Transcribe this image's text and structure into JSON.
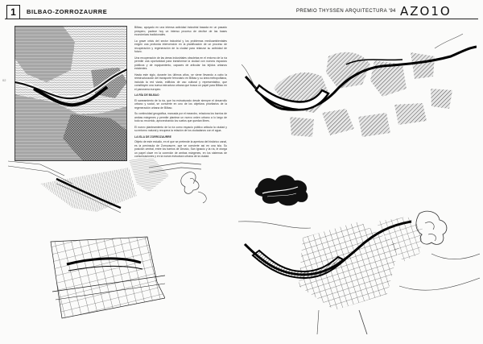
{
  "header": {
    "panel_number": "1",
    "title": "BILBAO-ZORROZAURRE",
    "competition": "PREMIO THYSSEN ARQUITECTURA '94",
    "logo": "AZO1O"
  },
  "margin_mark": "02",
  "text_column": {
    "paragraphs": [
      "Bilbao, apoyado en una intensa actividad industrial basada en un pasado próspero, padece hoy un intenso proceso de declive de las bases económicas tradicionales.",
      "La grave crisis del sector industrial y los problemas medioambientales exigen una profunda intervención en la planificación de un proceso de recuperación y regeneración de la ciudad para relanzar su actividad de futuro.",
      "Una recuperación de las áreas industriales obsoletas en el entorno de la ría permite una oportunidad para transformar la ciudad con nuevos espacios públicos y de equipamiento, capaces de articular los tejidos urbanos existentes.",
      "Hasta este siglo, durante los últimos años, se viene llevando a cabo la reestructuración del transporte ferroviario en Bilbao y su área metropolitana, incluida la red viaria, edificios de uso cultural y representativo, que constituyen una nueva estructura urbana que busca un papel para Bilbao en el panorama europeo."
    ],
    "heading_1": "LA RÍA DE BILBAO",
    "paragraphs_2": [
      "El saneamiento de la ría, que ha estructurado desde siempre el desarrollo urbano y social, se convierte en uno de los objetivos prioritarios de la regeneración urbana de Bilbao.",
      "Su continuidad geográfica, marcada por el meandro, relaciona los barrios de ambas márgenes y permite plantear un nuevo orden urbano a lo largo de todo su recorrido, aprovechando los suelos que quedan libres.",
      "El nuevo planteamiento de la ría como espacio público articula la ciudad y su entorno natural y recupera la relación de los ciudadanos con el agua."
    ],
    "heading_2": "LA ISLA DE ZORROZAURRE",
    "paragraphs_3": [
      "Objeto de este estudio, en el que se pretende la apertura del histórico canal, es la península de Zorrozaurre, que se convierte así en una isla. Su posición central, entre los barrios de Deusto, San Ignacio y la ría, le otorga un papel clave en la conexión de ambas márgenes, en los sistemas de comunicaciones y en la nueva estructura urbana de la ciudad."
    ]
  }
}
